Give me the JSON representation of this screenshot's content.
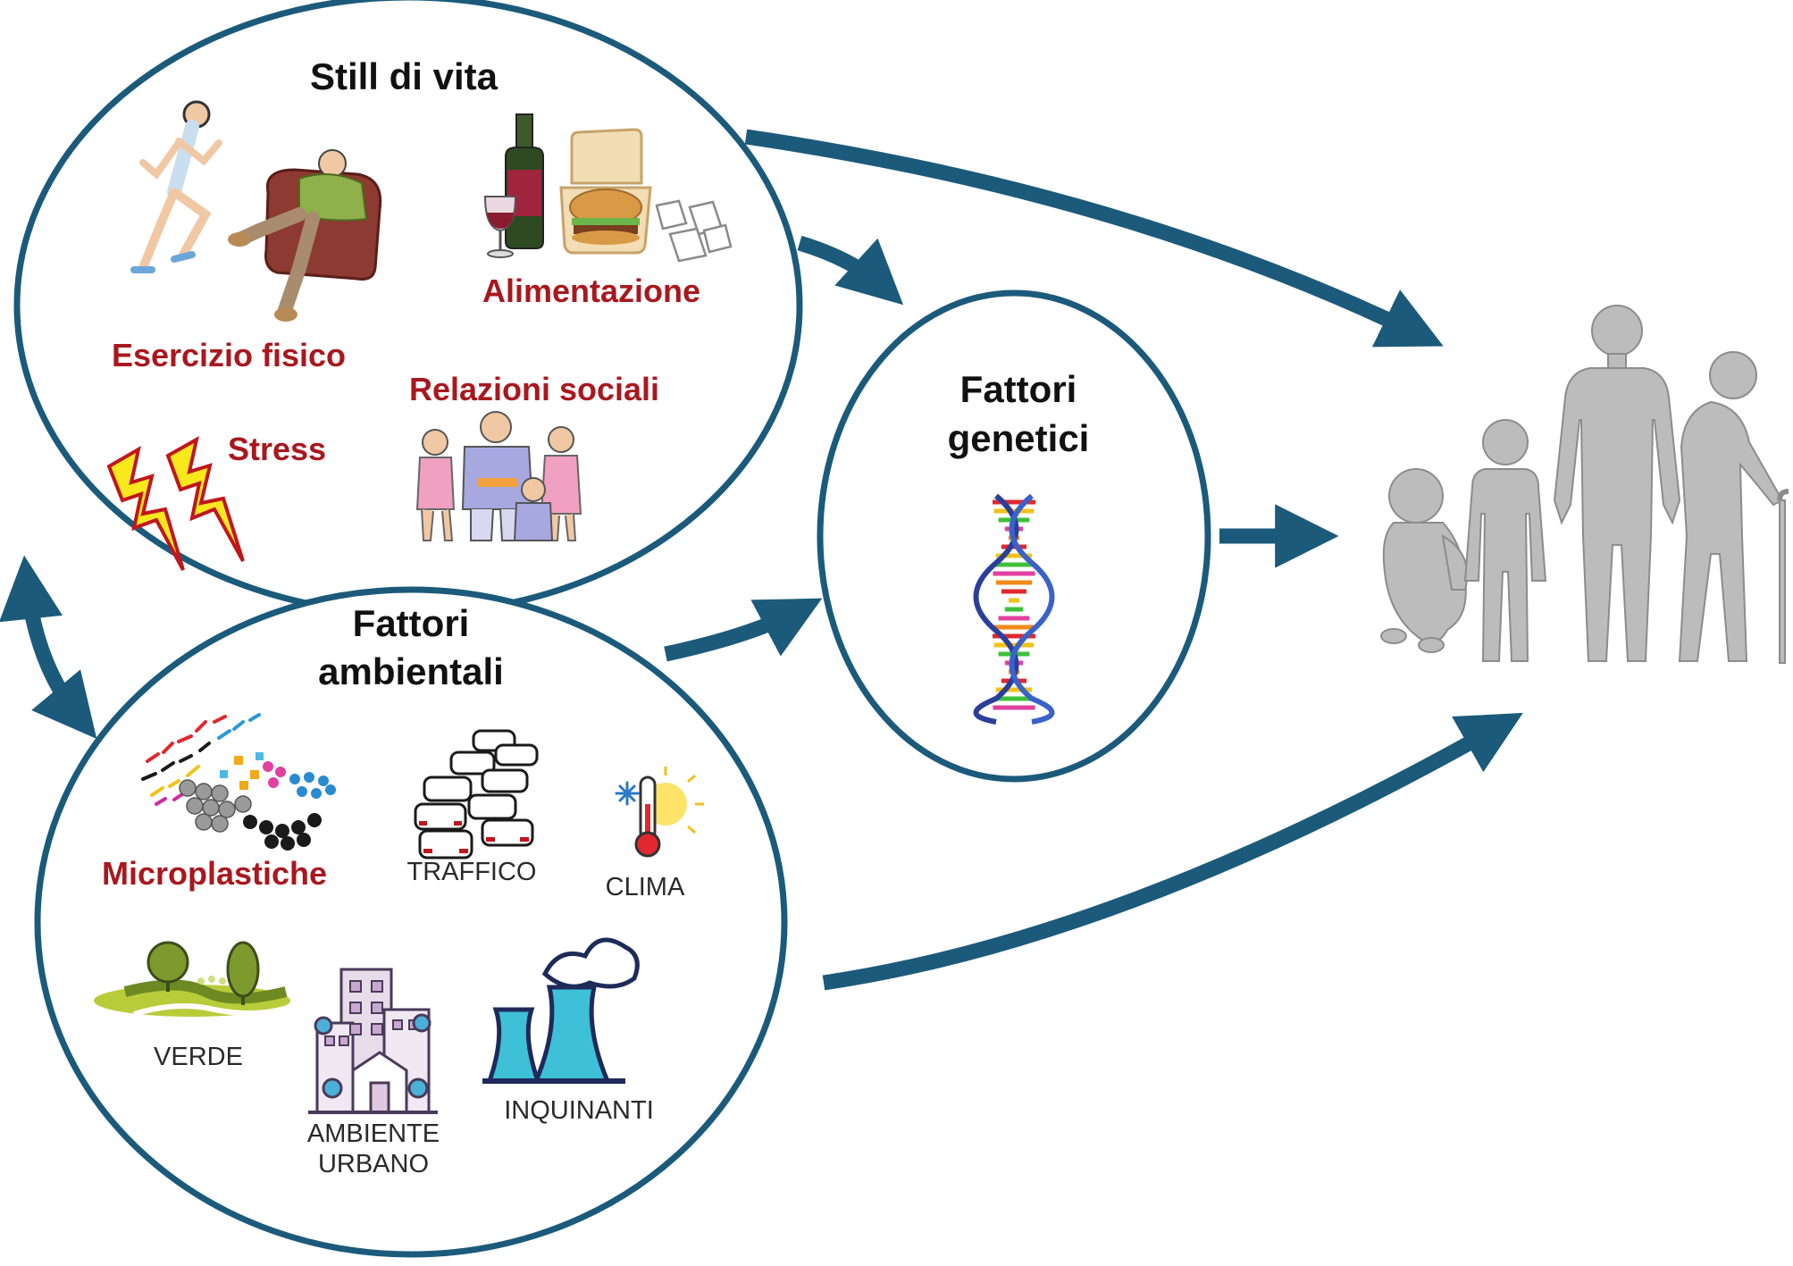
{
  "colors": {
    "accent": "#1b5a7a",
    "label_red": "#a8181e",
    "silhouette": "#bcbcbc"
  },
  "lifestyle": {
    "title": "Still di vita",
    "labels": {
      "exercise": "Esercizio fisico",
      "diet": "Alimentazione",
      "social": "Relazioni sociali",
      "stress": "Stress"
    }
  },
  "environment": {
    "title_line1": "Fattori",
    "title_line2": "ambientali",
    "labels": {
      "microplastics": "Microplastiche",
      "traffic": "TRAFFICO",
      "climate": "CLIMA",
      "green": "VERDE",
      "urban_line1": "AMBIENTE",
      "urban_line2": "URBANO",
      "pollutants": "INQUINANTI"
    }
  },
  "genetics": {
    "title_line1": "Fattori",
    "title_line2": "genetici"
  },
  "icons": [
    "runner-icon",
    "armchair-man-icon",
    "wine-icon",
    "burger-box-icon",
    "sugar-cubes-icon",
    "lightning-icon",
    "family-icon",
    "microplastics-icon",
    "traffic-jam-icon",
    "thermometer-icon",
    "park-icon",
    "buildings-icon",
    "factory-icon",
    "dna-icon",
    "human-lifespan-icon"
  ]
}
